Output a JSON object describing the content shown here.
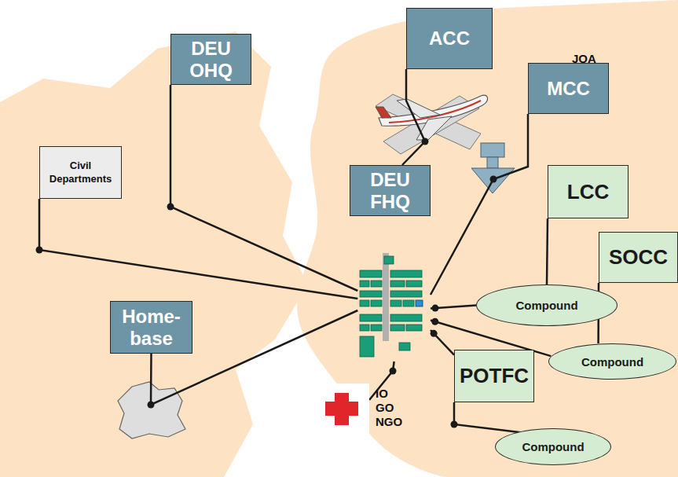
{
  "diagram": {
    "nodes": [
      {
        "text": [
          "Civil Departments"
        ]
      },
      {
        "text": [
          "DEU OHQ"
        ]
      },
      {
        "text": [
          "Home-base"
        ]
      },
      {
        "text": [
          "ACC"
        ]
      },
      {
        "text": [
          "MCC"
        ]
      },
      {
        "text": [
          "DEU FHQ"
        ]
      },
      {
        "text": [
          "LCC"
        ]
      },
      {
        "text": [
          "SOCC"
        ]
      },
      {
        "text": [
          "POTFC"
        ]
      },
      {
        "text": [
          "Compound"
        ]
      },
      {
        "text": [
          "Compound"
        ]
      },
      {
        "text": [
          "Compound"
        ]
      },
      {
        "text": [
          "IO GO NGO"
        ]
      }
    ],
    "edges": [
      {
        "from": 5,
        "to": 0,
        "arrow": "none"
      },
      {
        "from": 5,
        "to": 1,
        "arrow": "none"
      },
      {
        "from": 5,
        "to": 2,
        "arrow": "none"
      },
      {
        "from": 5,
        "to": 3,
        "arrow": "none"
      },
      {
        "from": 5,
        "to": 4,
        "arrow": "none"
      },
      {
        "from": 5,
        "to": 9,
        "arrow": "none"
      },
      {
        "from": 5,
        "to": 10,
        "arrow": "none"
      },
      {
        "from": 5,
        "to": 8,
        "arrow": "none"
      },
      {
        "from": 5,
        "to": 12,
        "arrow": "none"
      },
      {
        "from": 6,
        "to": 9,
        "arrow": "none"
      },
      {
        "from": 7,
        "to": 10,
        "arrow": "none"
      },
      {
        "from": 8,
        "to": 11,
        "arrow": "none"
      }
    ],
    "labels": [
      "JOA"
    ]
  }
}
